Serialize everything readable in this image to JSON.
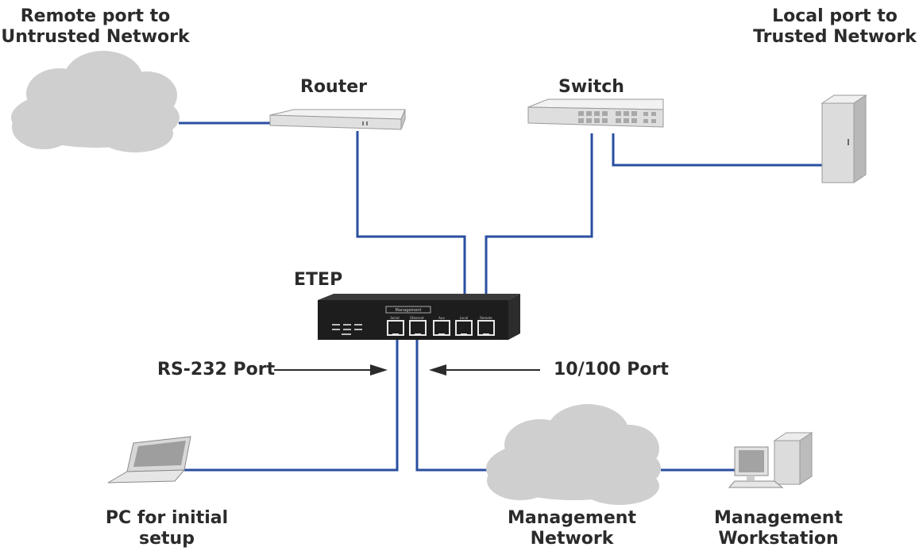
{
  "labels": {
    "remote_port_line1": "Remote port to",
    "remote_port_line2": "Untrusted Network",
    "local_port_line1": "Local port to",
    "local_port_line2": "Trusted Network",
    "router": "Router",
    "switch": "Switch",
    "etep": "ETEP",
    "rs232": "RS-232 Port",
    "port10100": "10/100 Port",
    "pc_line1": "PC for initial",
    "pc_line2": "setup",
    "mgmt_net_line1": "Management",
    "mgmt_net_line2": "Network",
    "mgmt_ws_line1": "Management",
    "mgmt_ws_line2": "Workstation"
  },
  "device_text": {
    "etep_panel_header": "Management",
    "etep_port_labels": [
      "Serial",
      "Ethernet",
      "Aux",
      "Local",
      "Remote"
    ]
  },
  "colors": {
    "link": "#2a4fa0",
    "cloud": "#cfcfcf",
    "device_light": "#e4e4e4",
    "device_dark": "#1d1d1d",
    "text": "#2b2b2b"
  },
  "icons": [
    "untrusted-cloud-icon",
    "router-icon",
    "switch-icon",
    "server-tower-icon",
    "etep-appliance-icon",
    "laptop-icon",
    "management-cloud-icon",
    "workstation-icon"
  ]
}
